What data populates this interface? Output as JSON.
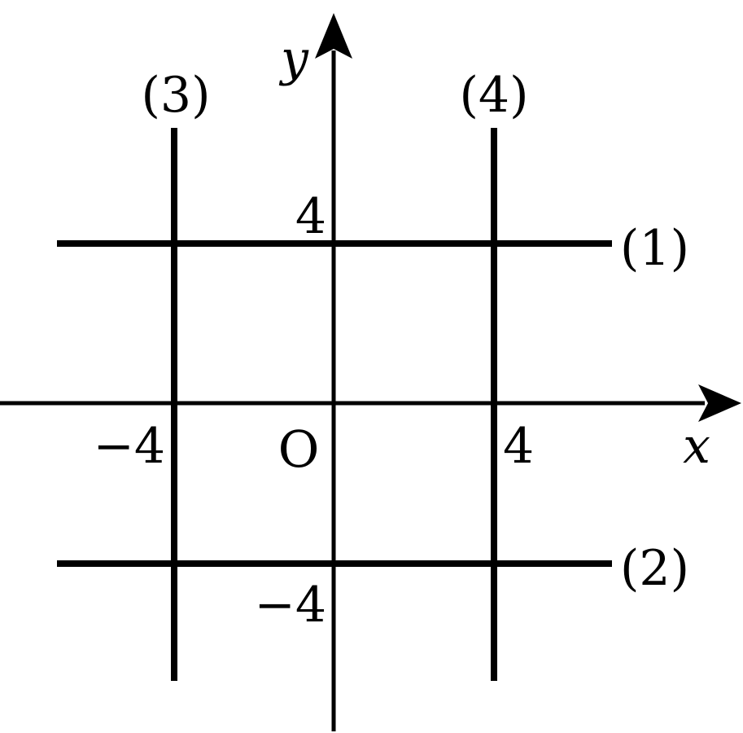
{
  "axes": {
    "x_name": "x",
    "y_name": "y",
    "origin_label": "O",
    "x_ticks": [
      {
        "value": -4,
        "label": "−4"
      },
      {
        "value": 4,
        "label": "4"
      }
    ],
    "y_ticks": [
      {
        "value": 4,
        "label": "4"
      },
      {
        "value": -4,
        "label": "−4"
      }
    ]
  },
  "lines": [
    {
      "id": "1",
      "label": "(1)",
      "orientation": "horizontal",
      "value": 4
    },
    {
      "id": "2",
      "label": "(2)",
      "orientation": "horizontal",
      "value": -4
    },
    {
      "id": "3",
      "label": "(3)",
      "orientation": "vertical",
      "value": -4
    },
    {
      "id": "4",
      "label": "(4)",
      "orientation": "vertical",
      "value": 4
    }
  ],
  "colors": {
    "ink": "#000000",
    "background": "#ffffff"
  }
}
